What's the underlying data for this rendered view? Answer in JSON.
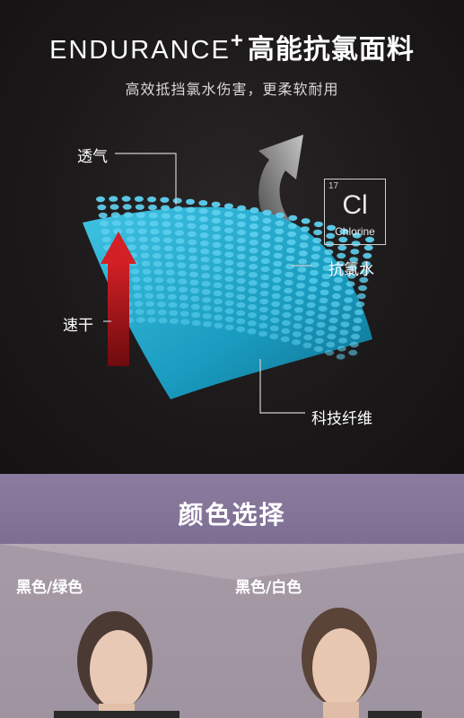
{
  "header": {
    "brand": "ENDURANCE",
    "plus": "+",
    "title_cn": "高能抗氯面料",
    "subtitle": "高效抵挡氯水伤害，更柔软耐用"
  },
  "features": {
    "breathable": "透气",
    "quick_dry": "速干",
    "chlorine_resistant": "抗氯水",
    "tech_fiber": "科技纤维"
  },
  "element_box": {
    "number": "17",
    "symbol": "Cl",
    "name": "Chlorine"
  },
  "colors_section": {
    "title": "颜色选择",
    "options": [
      {
        "label": "黑色/绿色"
      },
      {
        "label": "黑色/白色"
      }
    ]
  },
  "palette": {
    "fabric": "#1fa3c6",
    "arrow_red": "#b5161a",
    "band": "#8b7b9f"
  }
}
